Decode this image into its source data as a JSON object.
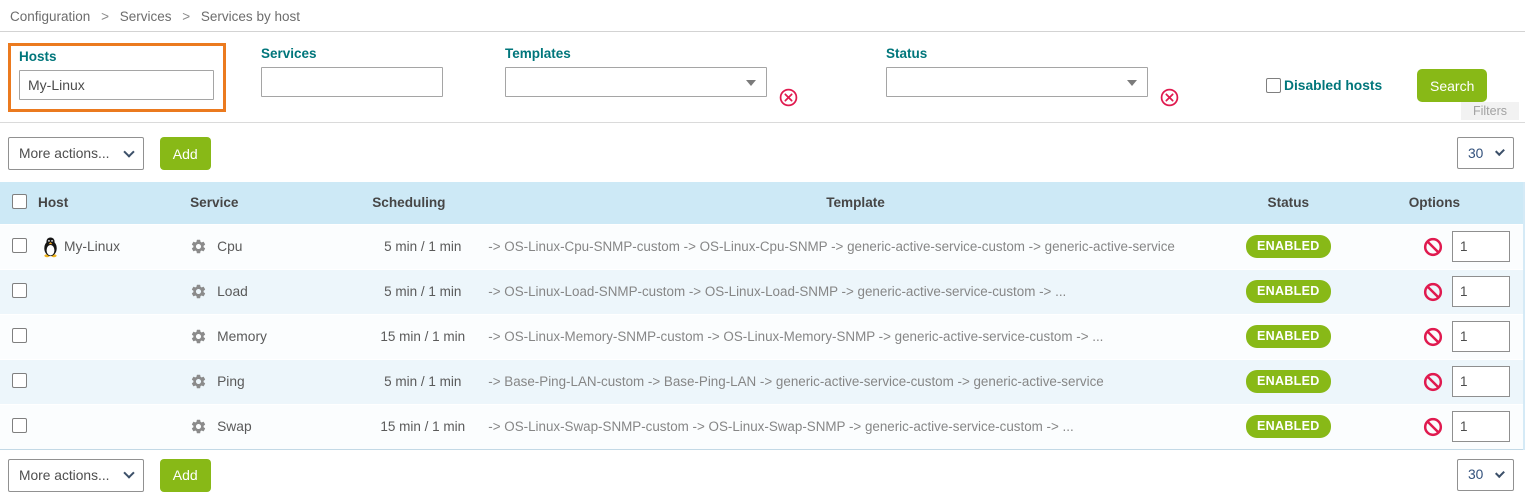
{
  "breadcrumb": {
    "items": [
      "Configuration",
      "Services",
      "Services by host"
    ],
    "separator": ">"
  },
  "filters": {
    "section_label": "Filters",
    "hosts": {
      "label": "Hosts",
      "value": "My-Linux"
    },
    "services": {
      "label": "Services",
      "value": ""
    },
    "templates": {
      "label": "Templates",
      "value": ""
    },
    "status": {
      "label": "Status",
      "value": ""
    },
    "disabled_hosts_label": "Disabled hosts",
    "search_button": "Search"
  },
  "toolbar_top": {
    "more_actions": "More actions...",
    "add_button": "Add",
    "page_size": "30"
  },
  "toolbar_bottom": {
    "more_actions": "More actions...",
    "add_button": "Add",
    "page_size": "30"
  },
  "table": {
    "headers": [
      "Host",
      "Service",
      "Scheduling",
      "Template",
      "Status",
      "Options"
    ],
    "rows": [
      {
        "host": "My-Linux",
        "service": "Cpu",
        "scheduling": "5 min / 1 min",
        "template": "-> OS-Linux-Cpu-SNMP-custom -> OS-Linux-Cpu-SNMP -> generic-active-service-custom -> generic-active-service",
        "status": "ENABLED",
        "options_value": "1"
      },
      {
        "host": "",
        "service": "Load",
        "scheduling": "5 min / 1 min",
        "template": "-> OS-Linux-Load-SNMP-custom -> OS-Linux-Load-SNMP -> generic-active-service-custom -> ...",
        "status": "ENABLED",
        "options_value": "1"
      },
      {
        "host": "",
        "service": "Memory",
        "scheduling": "15 min / 1 min",
        "template": "-> OS-Linux-Memory-SNMP-custom -> OS-Linux-Memory-SNMP -> generic-active-service-custom -> ...",
        "status": "ENABLED",
        "options_value": "1"
      },
      {
        "host": "",
        "service": "Ping",
        "scheduling": "5 min / 1 min",
        "template": "-> Base-Ping-LAN-custom -> Base-Ping-LAN -> generic-active-service-custom -> generic-active-service",
        "status": "ENABLED",
        "options_value": "1"
      },
      {
        "host": "",
        "service": "Swap",
        "scheduling": "15 min / 1 min",
        "template": "-> OS-Linux-Swap-SNMP-custom -> OS-Linux-Swap-SNMP -> generic-active-service-custom -> ...",
        "status": "ENABLED",
        "options_value": "1"
      }
    ]
  },
  "colors": {
    "accent_teal": "#00767B",
    "highlight_orange": "#EB7A1F",
    "action_green": "#88B917",
    "status_green": "#88B917",
    "danger_red": "#E01A4F",
    "table_header_blue": "#CDE9F6"
  }
}
